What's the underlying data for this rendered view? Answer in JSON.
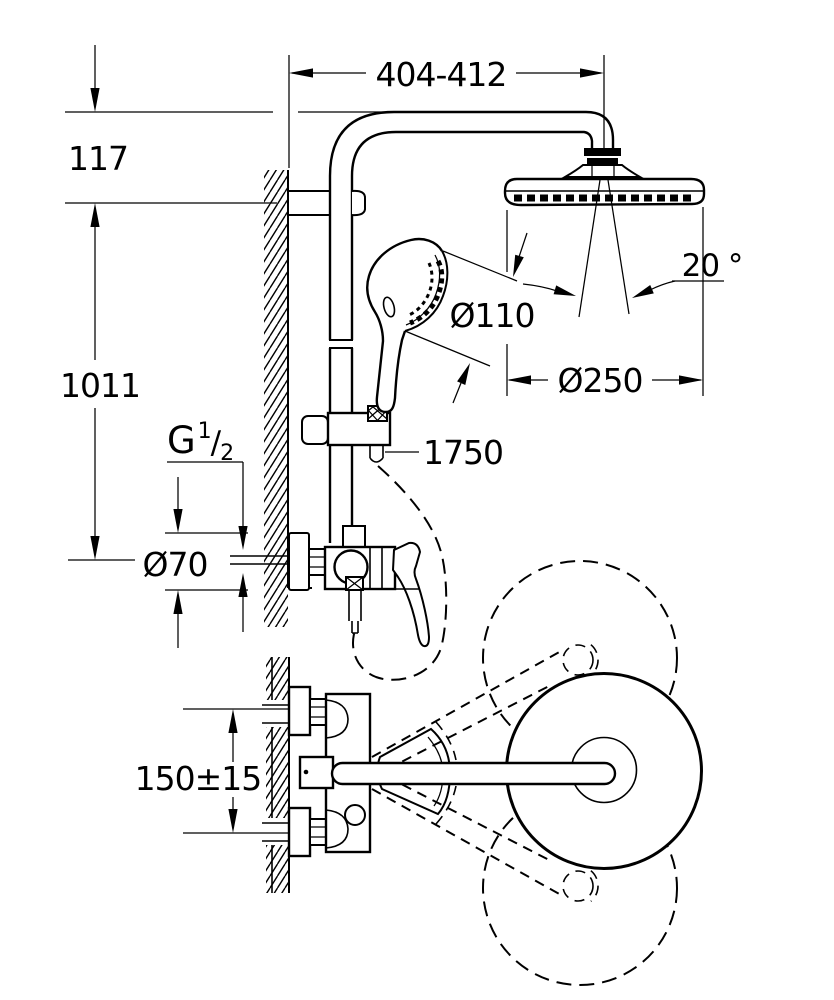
{
  "drawing": {
    "kind": "technical dimensional drawing",
    "subject": "wall-mounted shower system with head shower, hand shower and exposed mixer",
    "colors": {
      "line": "#000000",
      "background": "#ffffff"
    },
    "dimensions": {
      "arm_reach": "404-412",
      "head_drop": "117",
      "riser_height": "1011",
      "thread_prefix": "G",
      "thread_numerator": "1",
      "thread_slash": "/",
      "thread_denominator": "2",
      "escutcheon_diameter": "Ø70",
      "hand_shower_diameter": "Ø110",
      "hose_length": "1750",
      "spray_angle": "20 °",
      "head_shower_diameter": "Ø250",
      "inlet_spacing": "150±15"
    }
  }
}
